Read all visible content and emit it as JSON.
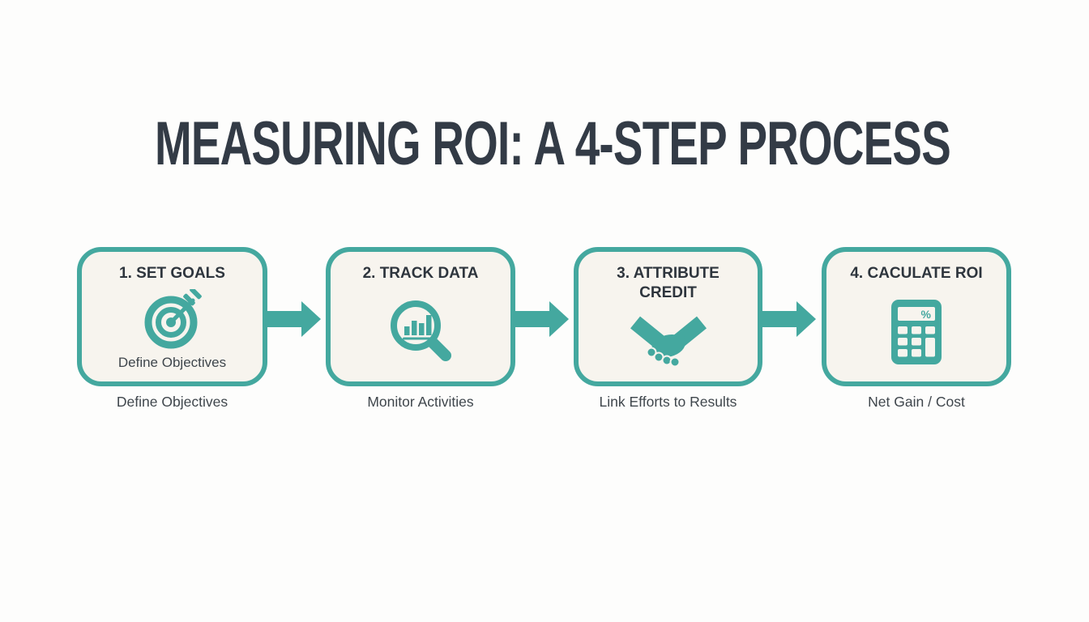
{
  "title": "MEASURING ROI: A 4-STEP PROCESS",
  "colors": {
    "teal": "#44A89F",
    "box_fill": "#F7F4EE",
    "title_text": "#333B46",
    "body_text": "#3F464C",
    "heading_text": "#2E353D",
    "page_bg": "#FDFDFC"
  },
  "steps": [
    {
      "heading": "1. SET GOALS",
      "icon": "target-icon",
      "inner_label": "Define Objectives",
      "caption": "Define Objectives"
    },
    {
      "heading": "2. TRACK DATA",
      "icon": "magnifier-bar-chart-icon",
      "caption": "Monitor Activities"
    },
    {
      "heading": "3. ATTRIBUTE CREDIT",
      "icon": "handshake-icon",
      "caption": "Link Efforts to Results"
    },
    {
      "heading": "4. CACULATE ROI",
      "icon": "calculator-icon",
      "caption": "Net Gain / Cost"
    }
  ]
}
